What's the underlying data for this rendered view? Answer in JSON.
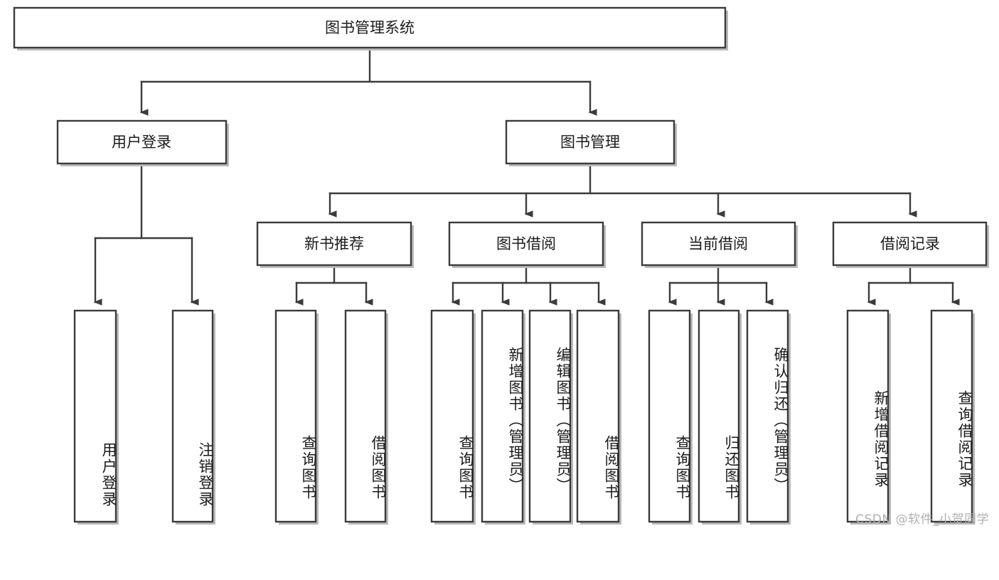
{
  "diagram": {
    "title": "图书管理系统",
    "watermark": "CSDN @软件_小贺同学",
    "colors": {
      "stroke": "#3b3b3b",
      "box_fill": "#ffffff",
      "text": "#1b1b1b",
      "shadow": "#b9b9b9",
      "watermark": "#b0b0b0",
      "background": "#ffffff"
    },
    "root": {
      "label": "图书管理系统"
    },
    "level2": [
      {
        "label": "用户登录"
      },
      {
        "label": "图书管理"
      }
    ],
    "level3": [
      {
        "label": "新书推荐"
      },
      {
        "label": "图书借阅"
      },
      {
        "label": "当前借阅"
      },
      {
        "label": "借阅记录"
      }
    ],
    "leaves": {
      "user_login": [
        {
          "label": "用户登录"
        },
        {
          "label": "注销登录"
        }
      ],
      "new_book_recommend": [
        {
          "label": "查询图书"
        },
        {
          "label": "借阅图书"
        }
      ],
      "book_borrow": [
        {
          "label": "查询图书"
        },
        {
          "label": "新增图书（管理员）"
        },
        {
          "label": "编辑图书（管理员）"
        },
        {
          "label": "借阅图书"
        }
      ],
      "current_borrow": [
        {
          "label": "查询图书"
        },
        {
          "label": "归还图书"
        },
        {
          "label": "确认归还（管理员）"
        }
      ],
      "borrow_records": [
        {
          "label": "新增借阅记录"
        },
        {
          "label": "查询借阅记录"
        }
      ]
    }
  },
  "chart_data": {
    "type": "tree",
    "title": "图书管理系统",
    "orientation": "top-down",
    "nodes": [
      {
        "id": "root",
        "label": "图书管理系统",
        "level": 0,
        "parent": null
      },
      {
        "id": "n-user-login",
        "label": "用户登录",
        "level": 1,
        "parent": "root"
      },
      {
        "id": "n-book-manage",
        "label": "图书管理",
        "level": 1,
        "parent": "root"
      },
      {
        "id": "n-user-login-leaf",
        "label": "用户登录",
        "level": 2,
        "parent": "n-user-login"
      },
      {
        "id": "n-logout-leaf",
        "label": "注销登录",
        "level": 2,
        "parent": "n-user-login"
      },
      {
        "id": "n-new-book",
        "label": "新书推荐",
        "level": 2,
        "parent": "n-book-manage"
      },
      {
        "id": "n-book-borrow",
        "label": "图书借阅",
        "level": 2,
        "parent": "n-book-manage"
      },
      {
        "id": "n-current-borrow",
        "label": "当前借阅",
        "level": 2,
        "parent": "n-book-manage"
      },
      {
        "id": "n-borrow-record",
        "label": "借阅记录",
        "level": 2,
        "parent": "n-book-manage"
      },
      {
        "id": "l-nb-query",
        "label": "查询图书",
        "level": 3,
        "parent": "n-new-book"
      },
      {
        "id": "l-nb-borrow",
        "label": "借阅图书",
        "level": 3,
        "parent": "n-new-book"
      },
      {
        "id": "l-bb-query",
        "label": "查询图书",
        "level": 3,
        "parent": "n-book-borrow"
      },
      {
        "id": "l-bb-add",
        "label": "新增图书（管理员）",
        "level": 3,
        "parent": "n-book-borrow"
      },
      {
        "id": "l-bb-edit",
        "label": "编辑图书（管理员）",
        "level": 3,
        "parent": "n-book-borrow"
      },
      {
        "id": "l-bb-borrow",
        "label": "借阅图书",
        "level": 3,
        "parent": "n-book-borrow"
      },
      {
        "id": "l-cb-query",
        "label": "查询图书",
        "level": 3,
        "parent": "n-current-borrow"
      },
      {
        "id": "l-cb-return",
        "label": "归还图书",
        "level": 3,
        "parent": "n-current-borrow"
      },
      {
        "id": "l-cb-confirm",
        "label": "确认归还（管理员）",
        "level": 3,
        "parent": "n-current-borrow"
      },
      {
        "id": "l-br-add",
        "label": "新增借阅记录",
        "level": 3,
        "parent": "n-borrow-record"
      },
      {
        "id": "l-br-query",
        "label": "查询借阅记录",
        "level": 3,
        "parent": "n-borrow-record"
      }
    ]
  }
}
